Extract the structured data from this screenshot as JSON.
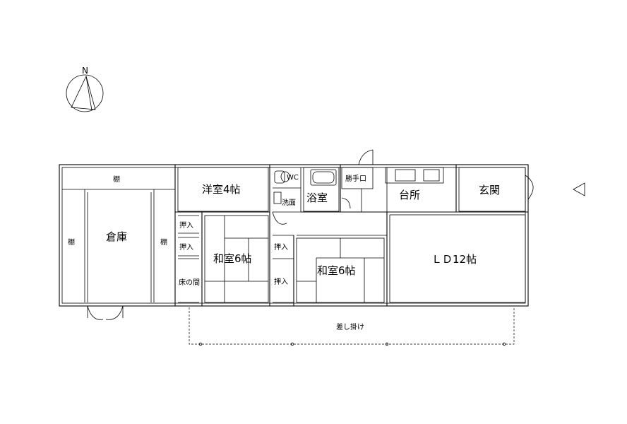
{
  "compass": {
    "label": "N"
  },
  "rooms": {
    "shelf_top": "棚",
    "shelf_left": "棚",
    "shelf_right": "棚",
    "storage": "倉庫",
    "western_room": "洋室4帖",
    "wc": "WC",
    "washroom": "洗面",
    "bathroom": "浴室",
    "service_door": "勝手口",
    "kitchen": "台所",
    "entrance": "玄関",
    "closet_1": "押入",
    "closet_2": "押入",
    "alcove": "床の間",
    "japanese_room_1": "和室6帖",
    "closet_3": "押入",
    "closet_4": "押入",
    "japanese_room_2": "和室6帖",
    "living_dining": "ＬＤ12帖",
    "canopy": "差し掛け"
  }
}
